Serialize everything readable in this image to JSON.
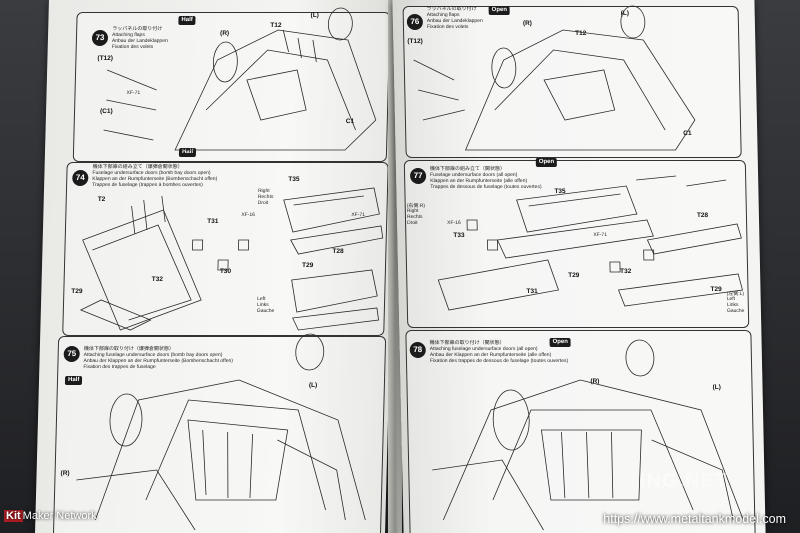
{
  "left_page": {
    "steps": [
      {
        "num": "73",
        "badge": "Half",
        "caption": [
          "ラッパネルの取り付け",
          "Attaching flaps",
          "Anbau der Landeklappen",
          "Fixation des volets"
        ],
        "labels": [
          "(T12)",
          "(L)",
          "(R)",
          "T12",
          "C1",
          "(T12)",
          "(C1)",
          "XF-71"
        ]
      },
      {
        "num": "74",
        "badge": "Half",
        "caption": [
          "機体下部扉の組み立て（爆弾倉開状態）",
          "Fuselage undersurface doors (bomb bay doors open)",
          "Klappen an der Rumpfunterseite (Bombenschacht offen)",
          "Trappes de fuselage (trappes à bombes ouvertes)"
        ],
        "labels": [
          "T2",
          "T31",
          "T32",
          "T30",
          "T29",
          "T35",
          "T28",
          "T29",
          "Right",
          "Rechts",
          "Droit",
          "Left",
          "Links",
          "Gauche",
          "XF-71",
          "XF-16"
        ]
      },
      {
        "num": "75",
        "badge": "Half",
        "caption": [
          "機体下部扉の取り付け（爆弾倉開状態）",
          "Attaching fuselage undersurface doors (bomb bay doors open)",
          "Anbau der Klappen an der Rumpfunterseite (Bombenschacht offen)",
          "Fixation des trappes de fuselage"
        ],
        "labels": [
          "(L)",
          "(R)"
        ]
      }
    ]
  },
  "right_page": {
    "steps": [
      {
        "num": "76",
        "badge": "Open",
        "caption": [
          "ラッパネルの取り付け",
          "Attaching flaps",
          "Anbau der Landeklappen",
          "Fixation des volets"
        ],
        "labels": [
          "(T12)",
          "(R)",
          "T12",
          "(L)",
          "C1"
        ]
      },
      {
        "num": "77",
        "badge": "Open",
        "caption": [
          "機体下部扉の組み立て（開状態）",
          "Fuselage undersurface doors (all open)",
          "Klappen an der Rumpfunterseite (alle offen)",
          "Trappes de dessous de fuselage (toutes ouvertes)"
        ],
        "labels": [
          "T35",
          "T33",
          "T31",
          "T32",
          "T29",
          "T28",
          "T29",
          "(右側:R)",
          "Right",
          "Rechts",
          "Droit",
          "(左側:L)",
          "Left",
          "Links",
          "Gauche",
          "XF-16",
          "XF-71"
        ]
      },
      {
        "num": "78",
        "badge": "Open",
        "caption": [
          "機体下部扉の取り付け（開状態）",
          "Attaching fuselage undersurface doors (all open)",
          "Anbau der Klappen an der Rumpfunterseite (alle offen)",
          "Fixation des trappes de dessous de fuselage (toutes ouvertes)"
        ],
        "labels": [
          "(R)",
          "(L)"
        ]
      }
    ]
  },
  "watermarks": {
    "left_kit": "Kit",
    "left_rest": "Maker Network",
    "middle": "ING.NET",
    "right": "https://www.metaltankmodel.com"
  }
}
